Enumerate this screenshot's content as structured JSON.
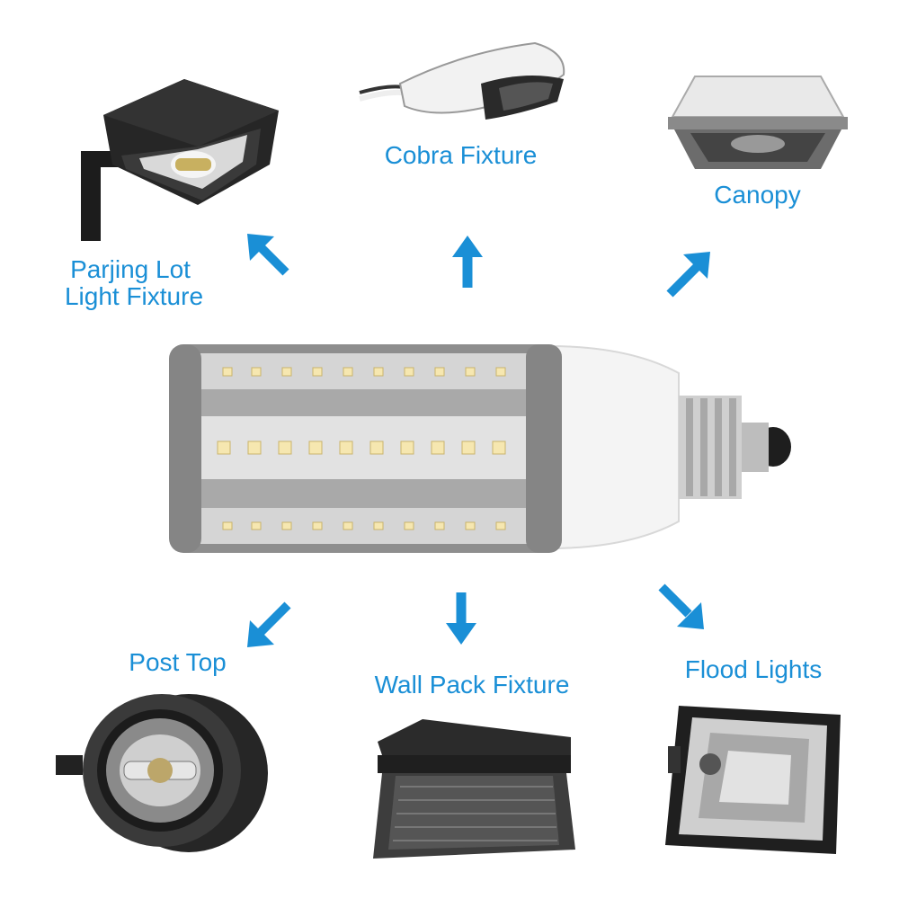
{
  "labels": {
    "cobra": "Cobra Fixture",
    "canopy": "Canopy",
    "parking_line1": "Parjing Lot",
    "parking_line2": "Light Fixture",
    "post_top": "Post Top",
    "wall_pack": "Wall Pack Fixture",
    "flood": "Flood Lights"
  },
  "colors": {
    "label_text": "#1a8fd6",
    "arrow": "#1a8fd6",
    "bulb_body": "#8c8c8c",
    "led": "#f6e7b0"
  },
  "icons": [
    "parking-lot-fixture-image",
    "cobra-fixture-image",
    "canopy-fixture-image",
    "corn-led-bulb-image",
    "post-top-fixture-image",
    "wall-pack-fixture-image",
    "flood-light-fixture-image"
  ]
}
